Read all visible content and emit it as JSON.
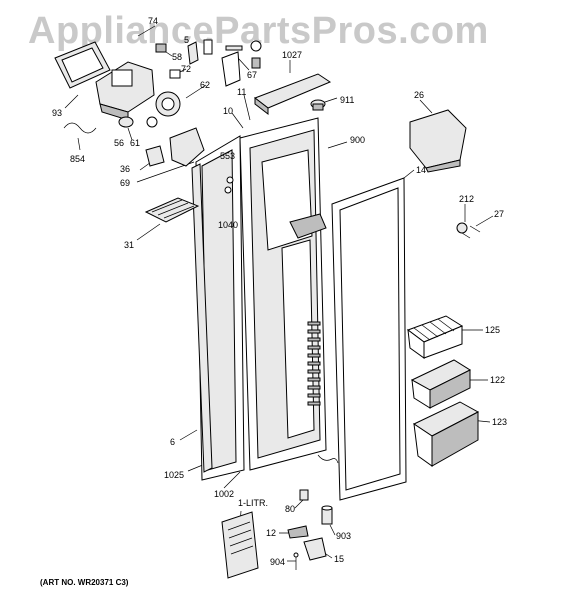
{
  "watermark": "AppliancePartsPros.com",
  "art_number": "(ART NO. WR20371 C3)",
  "callouts": [
    {
      "id": "74",
      "text": "74"
    },
    {
      "id": "5",
      "text": "5"
    },
    {
      "id": "58",
      "text": "58"
    },
    {
      "id": "72",
      "text": "72"
    },
    {
      "id": "67",
      "text": "67"
    },
    {
      "id": "1027",
      "text": "1027"
    },
    {
      "id": "93",
      "text": "93"
    },
    {
      "id": "62",
      "text": "62"
    },
    {
      "id": "911",
      "text": "911"
    },
    {
      "id": "26",
      "text": "26"
    },
    {
      "id": "10",
      "text": "10"
    },
    {
      "id": "11",
      "text": "11"
    },
    {
      "id": "56",
      "text": "56"
    },
    {
      "id": "61",
      "text": "61"
    },
    {
      "id": "900",
      "text": "900"
    },
    {
      "id": "854",
      "text": "854"
    },
    {
      "id": "36",
      "text": "36"
    },
    {
      "id": "553",
      "text": "553"
    },
    {
      "id": "69",
      "text": "69"
    },
    {
      "id": "14",
      "text": "14"
    },
    {
      "id": "212",
      "text": "212"
    },
    {
      "id": "27",
      "text": "27"
    },
    {
      "id": "1040",
      "text": "1040"
    },
    {
      "id": "31",
      "text": "31"
    },
    {
      "id": "125",
      "text": "125"
    },
    {
      "id": "122",
      "text": "122"
    },
    {
      "id": "123",
      "text": "123"
    },
    {
      "id": "6",
      "text": "6"
    },
    {
      "id": "1025",
      "text": "1025"
    },
    {
      "id": "1002",
      "text": "1002"
    },
    {
      "id": "80",
      "text": "80"
    },
    {
      "id": "1-LITR.",
      "text": "1-LITR."
    },
    {
      "id": "903",
      "text": "903"
    },
    {
      "id": "12",
      "text": "12"
    },
    {
      "id": "904",
      "text": "904"
    },
    {
      "id": "15",
      "text": "15"
    }
  ]
}
